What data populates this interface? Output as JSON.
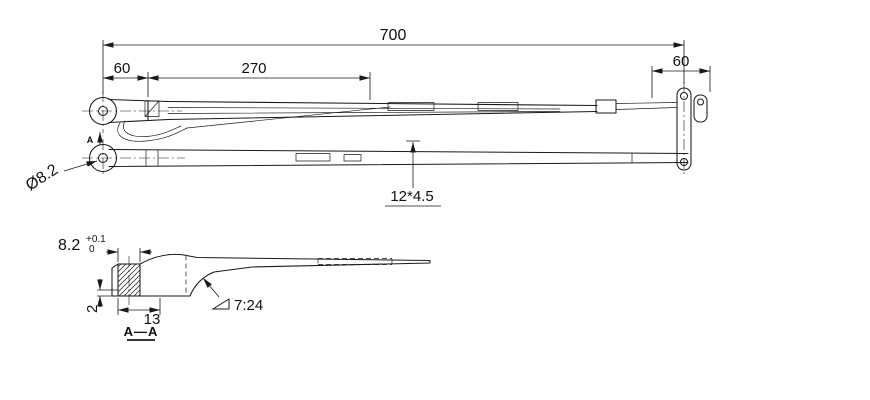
{
  "dimensions": {
    "overall_length": "700",
    "left_segment": "60",
    "mid_segment": "270",
    "right_segment": "60",
    "pivot_hole_dia": "Ø8.2",
    "arm_section": "12*4.5",
    "hole_width": "8.2",
    "tol_upper": "+0.1",
    "tol_lower": "0",
    "thickness": "2",
    "head_length": "13",
    "taper_ratio": "7:24"
  },
  "labels": {
    "section_arrow": "A",
    "section_title": "A—A"
  },
  "colors": {
    "line": "#1a1a1a",
    "background": "#ffffff"
  }
}
